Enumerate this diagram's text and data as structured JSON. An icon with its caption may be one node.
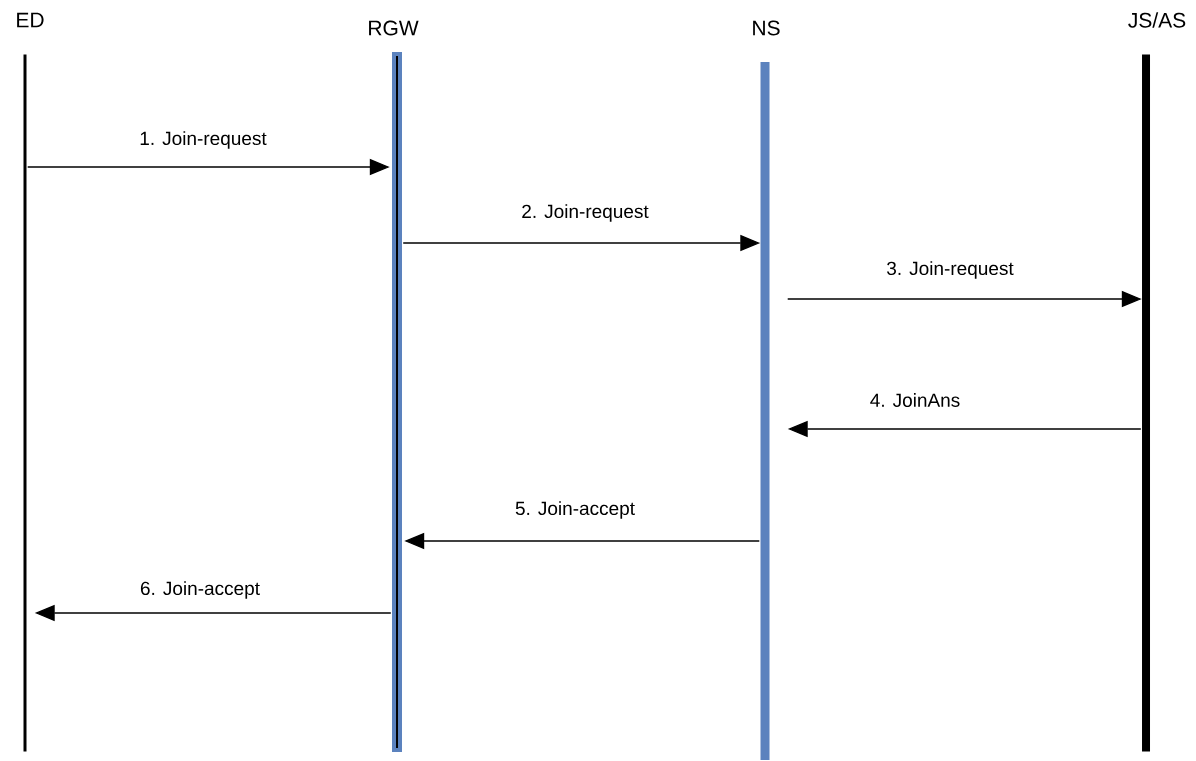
{
  "diagram": {
    "nodes": [
      {
        "text": [
          "ED"
        ]
      },
      {
        "text": [
          "RGW"
        ]
      },
      {
        "text": [
          "NS"
        ]
      },
      {
        "text": [
          "JS/AS"
        ]
      }
    ],
    "edges": [
      {
        "from": 0,
        "to": 1,
        "arrow": "to",
        "label": "1. Join-request"
      },
      {
        "from": 1,
        "to": 2,
        "arrow": "to",
        "label": "2. Join-request"
      },
      {
        "from": 2,
        "to": 3,
        "arrow": "to",
        "label": "3. Join-request"
      },
      {
        "from": 3,
        "to": 2,
        "arrow": "to",
        "label": "4. JoinAns"
      },
      {
        "from": 2,
        "to": 1,
        "arrow": "to",
        "label": "5. Join-accept"
      },
      {
        "from": 1,
        "to": 0,
        "arrow": "to",
        "label": "6. Join-accept"
      }
    ]
  }
}
